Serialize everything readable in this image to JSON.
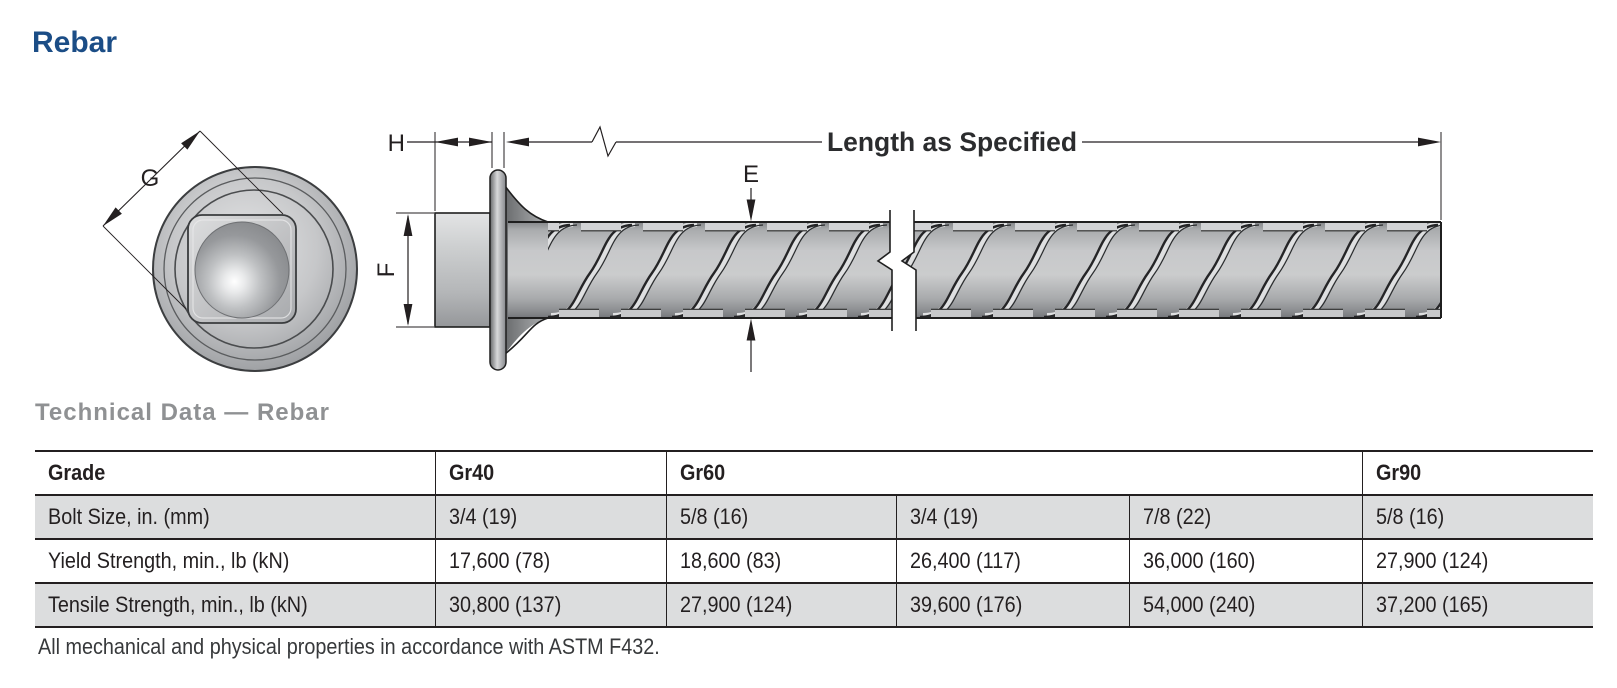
{
  "page": {
    "title": "Rebar"
  },
  "diagram": {
    "dim_g": "G",
    "dim_h": "H",
    "dim_e": "E",
    "dim_f": "F",
    "length_label": "Length as Specified"
  },
  "table": {
    "heading": "Technical Data — Rebar",
    "header": {
      "grade": "Grade",
      "gr40": "Gr40",
      "gr60": "Gr60",
      "gr90": "Gr90"
    },
    "rows": [
      {
        "label": "Bolt Size, in. (mm)",
        "values": [
          "3/4 (19)",
          "5/8 (16)",
          "3/4 (19)",
          "7/8 (22)",
          "5/8 (16)"
        ]
      },
      {
        "label": "Yield Strength, min., lb (kN)",
        "values": [
          "17,600 (78)",
          "18,600 (83)",
          "26,400 (117)",
          "36,000 (160)",
          "27,900 (124)"
        ]
      },
      {
        "label": "Tensile Strength, min., lb (kN)",
        "values": [
          "30,800 (137)",
          "27,900 (124)",
          "39,600 (176)",
          "54,000 (240)",
          "37,200 (165)"
        ]
      }
    ],
    "footnote": "All mechanical and physical properties in accordance with ASTM F432."
  },
  "colors": {
    "title_blue": "#1b4d86",
    "heading_gray": "#8f9193",
    "row_shade": "#dcddde",
    "table_border": "#231f20"
  }
}
